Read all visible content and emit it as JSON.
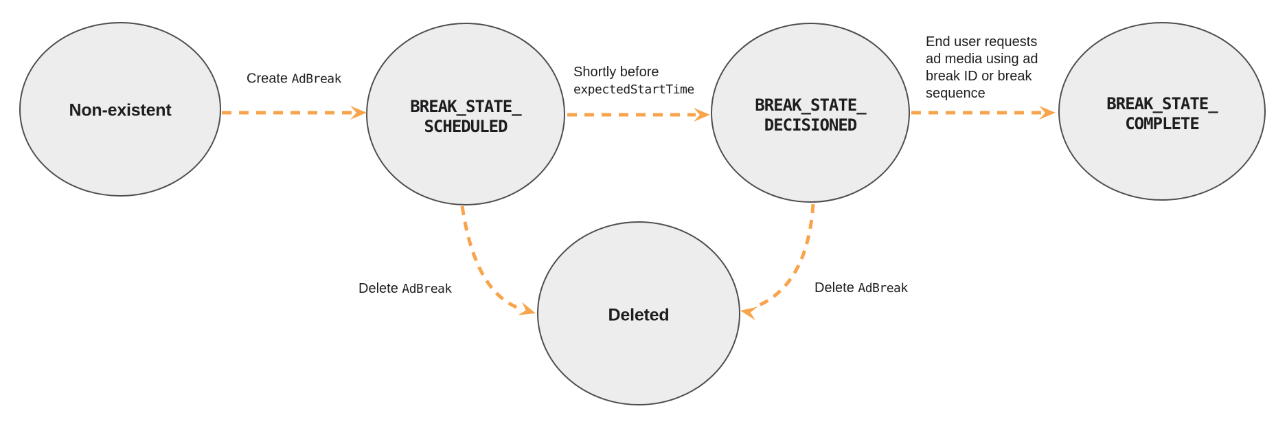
{
  "colors": {
    "node_fill": "#ededed",
    "node_border": "#4e4e4e",
    "arrow": "#f8a44c",
    "text": "#1d1d1f"
  },
  "nodes": {
    "nonexistent": {
      "label": "Non-existent"
    },
    "scheduled": {
      "line1": "BREAK_STATE_",
      "line2": "SCHEDULED"
    },
    "decisioned": {
      "line1": "BREAK_STATE_",
      "line2": "DECISIONED"
    },
    "complete": {
      "line1": "BREAK_STATE_",
      "line2": "COMPLETE"
    },
    "deleted": {
      "label": "Deleted"
    }
  },
  "edges": {
    "create": {
      "plain": "Create ",
      "code": "AdBreak"
    },
    "shortly": {
      "line1": "Shortly before",
      "line2_code": "expectedStartTime"
    },
    "end_user": {
      "line1": "End user requests",
      "line2": "ad media using ad",
      "line3": "break ID or break",
      "line4": "sequence"
    },
    "delete_left": {
      "plain": "Delete ",
      "code": "AdBreak"
    },
    "delete_right": {
      "plain": "Delete ",
      "code": "AdBreak"
    }
  }
}
